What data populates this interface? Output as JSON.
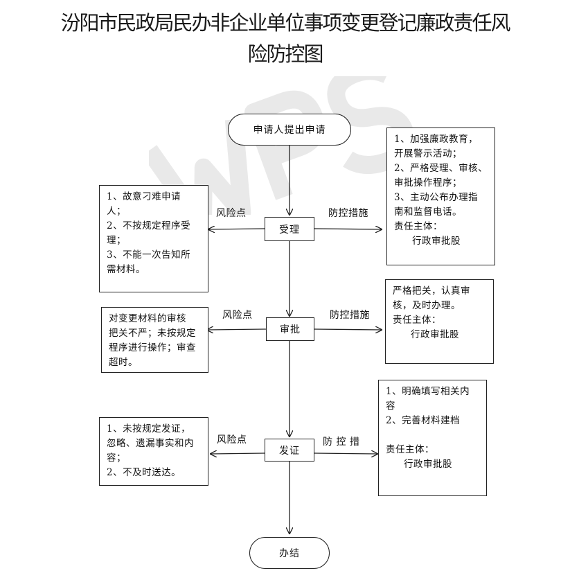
{
  "title_line1": "汾阳市民政局民办非企业单位事项变更登记廉政责任风",
  "title_line2": "险防控图",
  "watermark_text": "WPS",
  "start_node": "申请人提出申请",
  "end_node": "办结",
  "stages": [
    {
      "label": "受理",
      "risk_label": "风险点",
      "control_label": "防控措施",
      "risks": [
        "1、故意刁难申请",
        "人；",
        "2、不按规定程序受",
        "理；",
        "3、不能一次告知所",
        "需材料。"
      ],
      "controls": [
        "1、加强廉政教育，",
        "开展警示活动；",
        "2、严格受理、审核、",
        "审批操作程序；",
        "3、主动公布办理指",
        "南和监督电话。",
        "责任主体：",
        "行政审批股"
      ]
    },
    {
      "label": "审批",
      "risk_label": "风险点",
      "control_label": "防控措施",
      "risks": [
        "对变更材料的审核",
        "把关不严；未按规定",
        "程序进行操作；审查",
        "超时。"
      ],
      "controls": [
        "严格把关，认真审",
        "核，及时办理。",
        "责任主体：",
        "行政审批股"
      ]
    },
    {
      "label": "发证",
      "risk_label": "风险点",
      "control_label": "防 控 措",
      "risks": [
        "1、未按规定发证，",
        "忽略、遗漏事实和内",
        "容；",
        "2、不及时送达。"
      ],
      "controls": [
        "1、明确填写相关内",
        "容",
        "2、完善材料建档",
        "",
        "责任主体：",
        "行政审批股"
      ]
    }
  ]
}
